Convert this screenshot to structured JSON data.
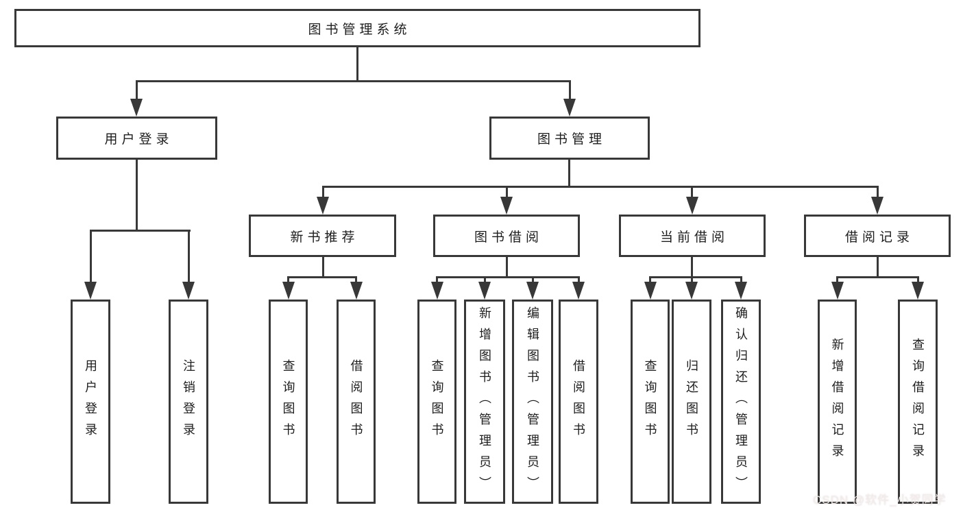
{
  "diagram": {
    "root": {
      "label": "图书管理系统"
    },
    "level1": [
      {
        "label": "用户登录",
        "leaves": [
          {
            "label": "用户登录"
          },
          {
            "label": "注销登录"
          }
        ]
      },
      {
        "label": "图书管理",
        "sections": [
          {
            "label": "新书推荐",
            "leaves": [
              {
                "label": "查询图书"
              },
              {
                "label": "借阅图书"
              }
            ]
          },
          {
            "label": "图书借阅",
            "leaves": [
              {
                "label": "查询图书"
              },
              {
                "label": "新增图书（管理员）"
              },
              {
                "label": "编辑图书（管理员）"
              },
              {
                "label": "借阅图书"
              }
            ]
          },
          {
            "label": "当前借阅",
            "leaves": [
              {
                "label": "查询图书"
              },
              {
                "label": "归还图书"
              },
              {
                "label": "确认归还（管理员）"
              }
            ]
          },
          {
            "label": "借阅记录",
            "leaves": [
              {
                "label": "新增借阅记录"
              },
              {
                "label": "查询借阅记录"
              }
            ]
          }
        ]
      }
    ]
  },
  "watermark": {
    "text": "CSDN @软件_小贺同学"
  },
  "colors": {
    "line": "#383838",
    "text": "#1d1d1d",
    "box_background": "#ffffff",
    "page_background": "#ffffff",
    "watermark": "#f3ecea"
  }
}
